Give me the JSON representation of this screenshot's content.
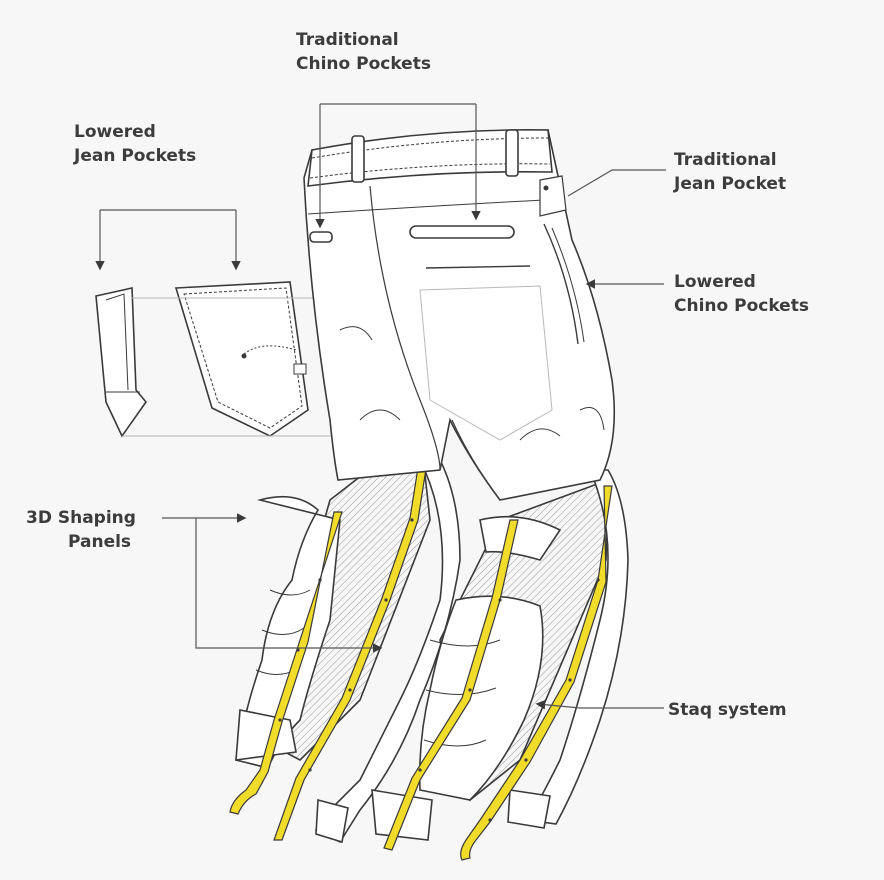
{
  "labels": {
    "traditional_chino_pockets": [
      "Traditional",
      "Chino Pockets"
    ],
    "lowered_jean_pockets": [
      "Lowered",
      "Jean Pockets"
    ],
    "traditional_jean_pocket": [
      "Traditional",
      "Jean Pocket"
    ],
    "lowered_chino_pockets": [
      "Lowered",
      "Chino Pockets"
    ],
    "shaping_panels": [
      "3D Shaping",
      "Panels"
    ],
    "staq_system": [
      "Staq system"
    ]
  },
  "colors": {
    "background": "#f7f7f7",
    "outline": "#3a3a3a",
    "fabric": "#ffffff",
    "panel_shade": "#d9d9d9",
    "strap": "#f2dc2a",
    "label_text": "#3c3c3c"
  }
}
